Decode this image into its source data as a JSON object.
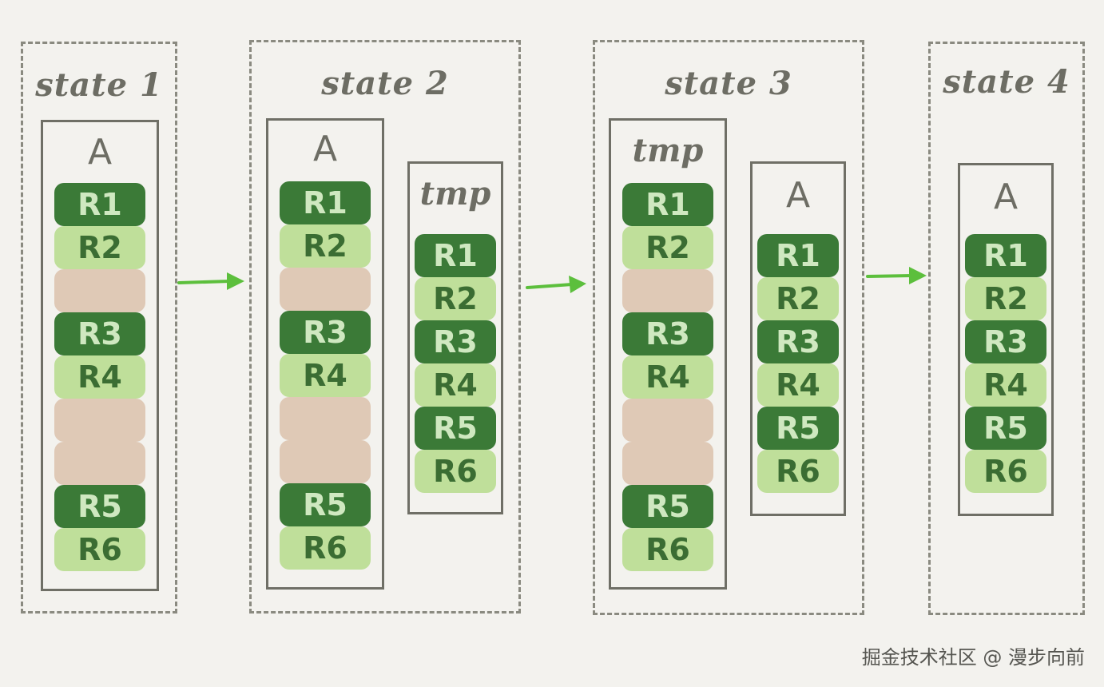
{
  "states": [
    {
      "label": "state 1",
      "tables": [
        {
          "name": "A",
          "rows": [
            {
              "label": "R1",
              "kind": "dark"
            },
            {
              "label": "R2",
              "kind": "light"
            },
            {
              "label": "",
              "kind": "empty"
            },
            {
              "label": "R3",
              "kind": "dark"
            },
            {
              "label": "R4",
              "kind": "light"
            },
            {
              "label": "",
              "kind": "empty"
            },
            {
              "label": "",
              "kind": "empty"
            },
            {
              "label": "R5",
              "kind": "dark"
            },
            {
              "label": "R6",
              "kind": "light"
            }
          ]
        }
      ]
    },
    {
      "label": "state 2",
      "tables": [
        {
          "name": "A",
          "rows": [
            {
              "label": "R1",
              "kind": "dark"
            },
            {
              "label": "R2",
              "kind": "light"
            },
            {
              "label": "",
              "kind": "empty"
            },
            {
              "label": "R3",
              "kind": "dark"
            },
            {
              "label": "R4",
              "kind": "light"
            },
            {
              "label": "",
              "kind": "empty"
            },
            {
              "label": "",
              "kind": "empty"
            },
            {
              "label": "R5",
              "kind": "dark"
            },
            {
              "label": "R6",
              "kind": "light"
            }
          ]
        },
        {
          "name": "tmp",
          "rows": [
            {
              "label": "R1",
              "kind": "dark"
            },
            {
              "label": "R2",
              "kind": "light"
            },
            {
              "label": "R3",
              "kind": "dark"
            },
            {
              "label": "R4",
              "kind": "light"
            },
            {
              "label": "R5",
              "kind": "dark"
            },
            {
              "label": "R6",
              "kind": "light"
            }
          ]
        }
      ]
    },
    {
      "label": "state 3",
      "tables": [
        {
          "name": "tmp",
          "rows": [
            {
              "label": "R1",
              "kind": "dark"
            },
            {
              "label": "R2",
              "kind": "light"
            },
            {
              "label": "",
              "kind": "empty"
            },
            {
              "label": "R3",
              "kind": "dark"
            },
            {
              "label": "R4",
              "kind": "light"
            },
            {
              "label": "",
              "kind": "empty"
            },
            {
              "label": "",
              "kind": "empty"
            },
            {
              "label": "R5",
              "kind": "dark"
            },
            {
              "label": "R6",
              "kind": "light"
            }
          ]
        },
        {
          "name": "A",
          "rows": [
            {
              "label": "R1",
              "kind": "dark"
            },
            {
              "label": "R2",
              "kind": "light"
            },
            {
              "label": "R3",
              "kind": "dark"
            },
            {
              "label": "R4",
              "kind": "light"
            },
            {
              "label": "R5",
              "kind": "dark"
            },
            {
              "label": "R6",
              "kind": "light"
            }
          ]
        }
      ]
    },
    {
      "label": "state 4",
      "tables": [
        {
          "name": "A",
          "rows": [
            {
              "label": "R1",
              "kind": "dark"
            },
            {
              "label": "R2",
              "kind": "light"
            },
            {
              "label": "R3",
              "kind": "dark"
            },
            {
              "label": "R4",
              "kind": "light"
            },
            {
              "label": "R5",
              "kind": "dark"
            },
            {
              "label": "R6",
              "kind": "light"
            }
          ]
        }
      ]
    }
  ],
  "watermark": "掘金技术社区 @ 漫步向前",
  "colors": {
    "row_dark": "#3b7a37",
    "row_light": "#bfdf9a",
    "row_empty": "#dfc9b6",
    "arrow": "#5cbf3c",
    "border": "#6f6f66"
  }
}
